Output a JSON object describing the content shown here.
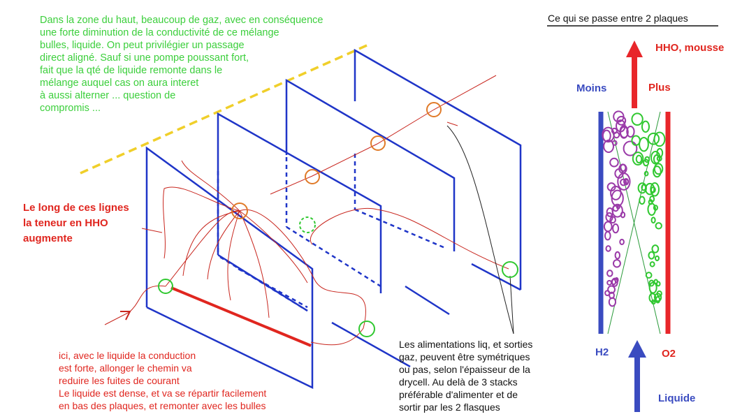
{
  "notes": {
    "top_left": "Dans la zone du haut, beaucoup de gaz, avec en conséquence\nune forte diminution de la conductivité de ce mélange\nbulles, liquide. On peut privilégier un passage\ndirect aligné. Sauf si une pompe poussant fort,\nfait que la qté de liquide remonte dans le\nmélange auquel cas on aura interet\nà aussi alterner ... question de\ncompromis ...",
    "left_label": "Le long de ces lignes\nla teneur en HHO\naugmente",
    "bottom_left": "ici, avec le liquide la conduction\nest forte, allonger le chemin va\nreduire les fuites de courant\nLe liquide est dense, et va se répartir facilement\nen bas des plaques, et remonter avec les bulles",
    "bottom_middle": "Les alimentations liq, et sorties\ngaz, peuvent être symétriques\nou pas, selon l'épaisseur de la\ndrycell. Au delà de 3 stacks\npréférable d'alimenter et de\nsortir par les 2 flasques"
  },
  "right_panel": {
    "title": "Ce qui se passe entre 2 plaques",
    "top_output": "HHO, mousse",
    "minus": "Moins",
    "plus": "Plus",
    "h2": "H2",
    "o2": "O2",
    "input": "Liquide"
  },
  "colors": {
    "plate": "#1f35c8",
    "flow": "#c8261e",
    "gas_line": "#f0cf2a",
    "orange": "#e07a28",
    "green": "#30c830",
    "purple": "#9a3aa8"
  }
}
